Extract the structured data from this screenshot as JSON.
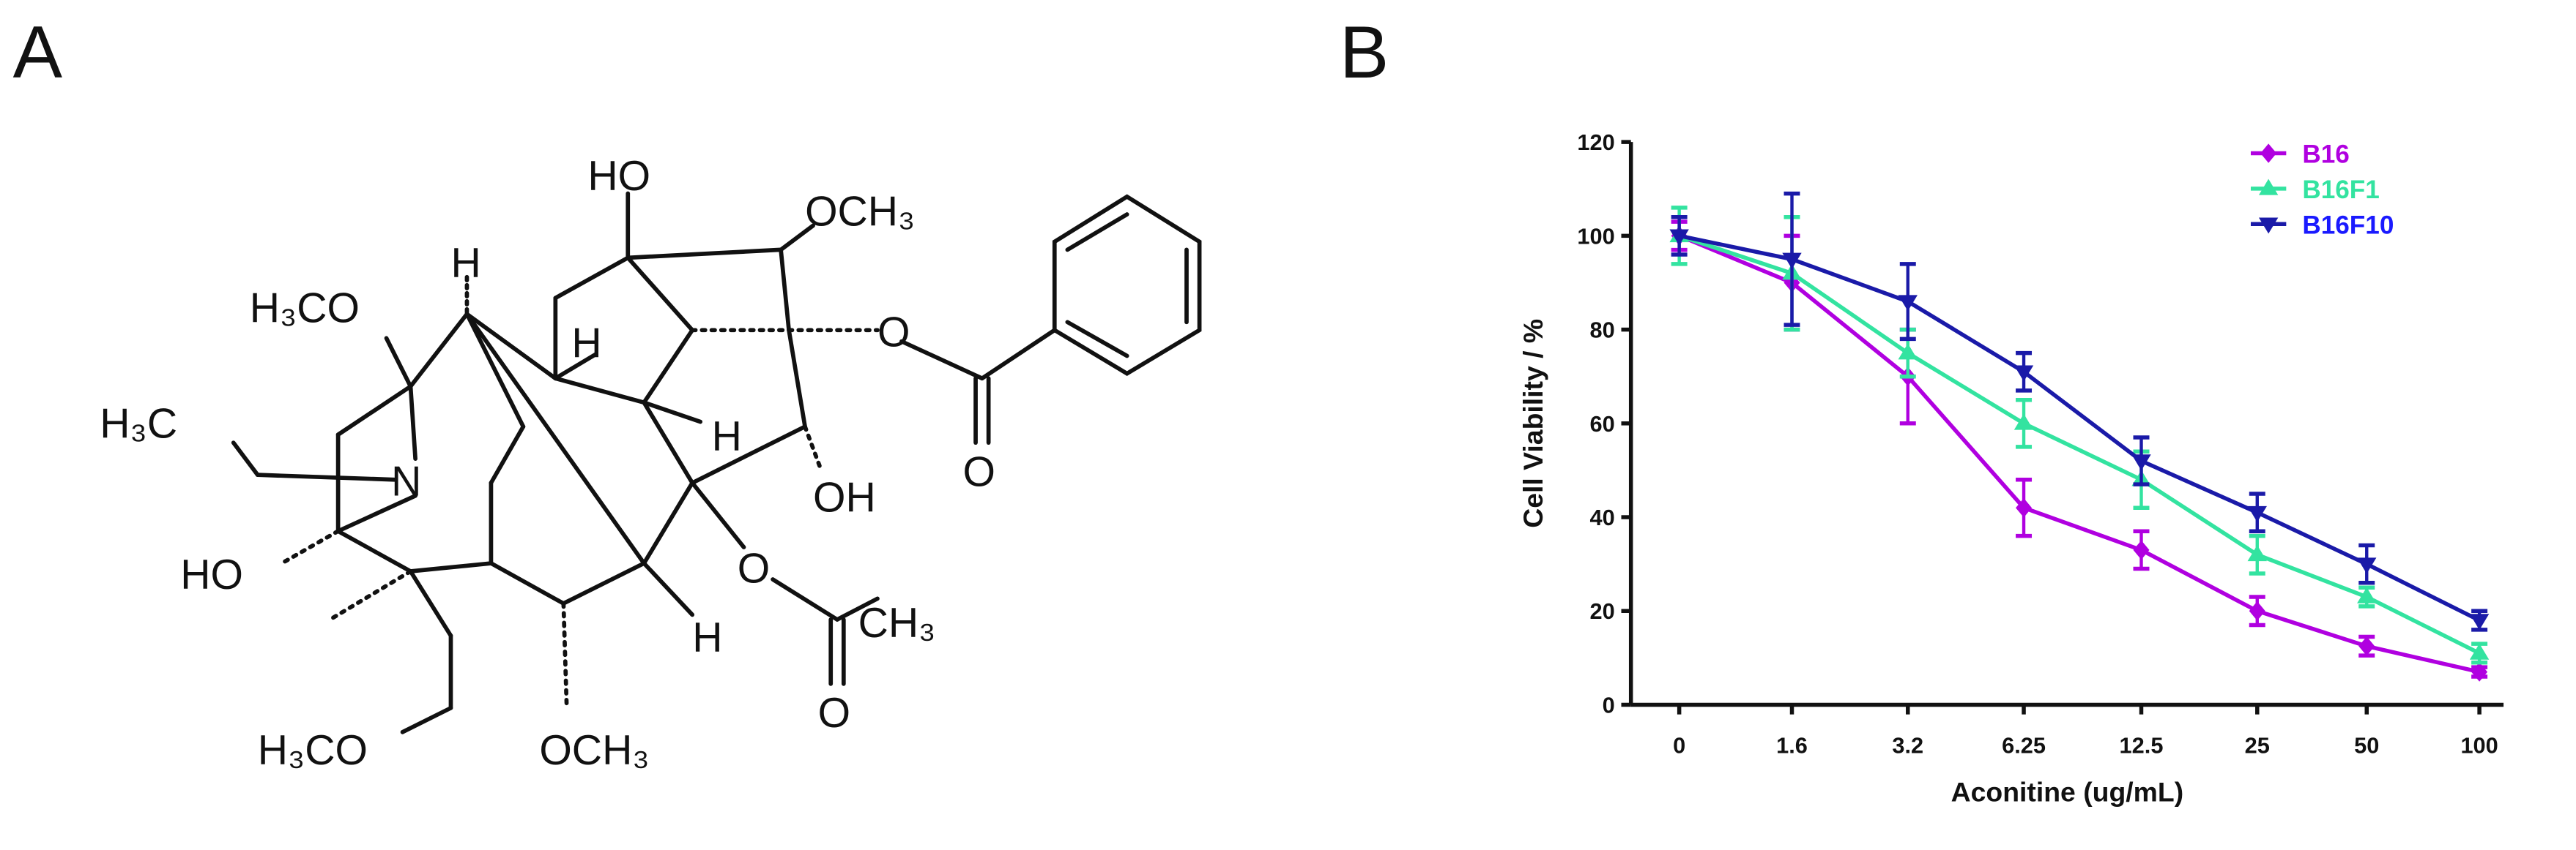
{
  "panels": {
    "a": "A",
    "b": "B"
  },
  "structure": {
    "name": "aconitine",
    "labels": [
      "HO",
      "OCH₃",
      "H",
      "H₃CO",
      "H",
      "H₃C",
      "N",
      "H",
      "OH",
      "HO",
      "O",
      "CH₃",
      "H",
      "H₃CO",
      "OCH₃",
      "O",
      "O",
      "O"
    ]
  },
  "chart_data": {
    "type": "line",
    "title": "",
    "xlabel": "Aconitine (ug/mL)",
    "ylabel": "Cell Viability / %",
    "categories": [
      "0",
      "1.6",
      "3.2",
      "6.25",
      "12.5",
      "25",
      "50",
      "100"
    ],
    "ylim": [
      0,
      120
    ],
    "yticks": [
      0,
      20,
      40,
      60,
      80,
      100,
      120
    ],
    "grid": false,
    "legend_position": "top-right",
    "series": [
      {
        "name": "B16",
        "color": "#b000e0",
        "label_color": "#b000e0",
        "marker": "diamond",
        "values": [
          100,
          90,
          70,
          42,
          33,
          20,
          12.5,
          7
        ],
        "errors": [
          3,
          10,
          10,
          6,
          4,
          3,
          2,
          1
        ]
      },
      {
        "name": "B16F1",
        "color": "#33e3a0",
        "label_color": "#33e3a0",
        "marker": "triangle-up",
        "values": [
          100,
          92,
          75,
          60,
          48,
          32,
          23,
          11
        ],
        "errors": [
          6,
          12,
          5,
          5,
          6,
          4,
          2,
          2
        ]
      },
      {
        "name": "B16F10",
        "color": "#1a1aa8",
        "label_color": "#1a1aff",
        "marker": "triangle-down",
        "values": [
          100,
          95,
          86,
          71,
          52,
          41,
          30,
          18
        ],
        "errors": [
          4,
          14,
          8,
          4,
          5,
          4,
          4,
          2
        ]
      }
    ]
  }
}
